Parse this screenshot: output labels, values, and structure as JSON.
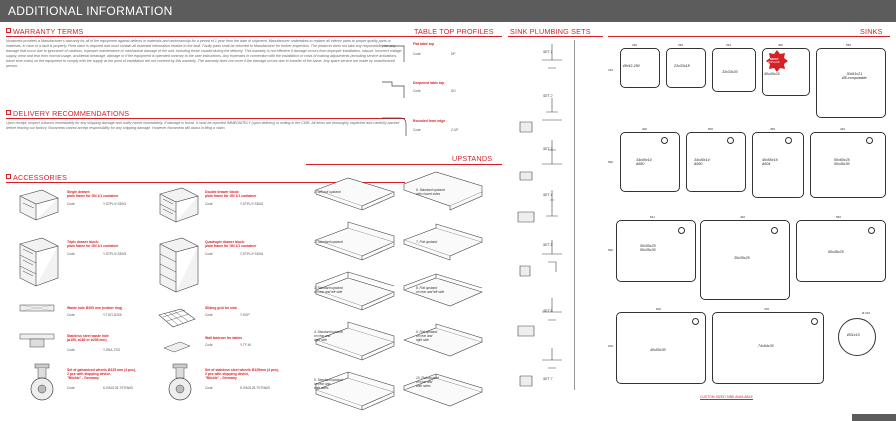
{
  "header": {
    "title": "ADDITIONAL INFORMATION"
  },
  "sections": {
    "warranty": "WARRANTY TERMS",
    "delivery": "DELIVERY RECOMMENDATIONS",
    "accessories": "ACCESSORIES",
    "table_top": "TABLE TOP PROFILES",
    "plumbing": "SINK PLUMBING SETS",
    "upstands": "UPSTANDS",
    "sinks": "SINKS"
  },
  "warranty_text": "Novameta provides a Manufacturer's warranty for all of the equipment against defects in materials and workmanship for a period of 1 year from the date of shipment. Manufacturer undertakes to replace all inferior parts to proper quality parts or materials, in case of a fault is properly. Field claim is required and must contain all essential information relative to the fault. Faulty parts shall be returned to Manufacturer for further inspection. The producer does not take any responsibility for any damage that occur due to ignorance of cautions, improper maintenance or mechanical damage of the unit, including those caused during the delivery. This warranty is not effective if damage occurs from improper installation, misuse, incorrect voltage supply, wear and tear from normal usage, accidental breakage, damage or if the equipment is operated contrary to the user instructions. Any expenses in connection with the installation or costs of making adjustments (including service activations, travel time costs) on the equipment to comply with the supply at the point of installation are not covered by this warranty. The warranty does not cover if the damage occurs due to transfer of the same. Any spare service are made by unauthorized person.",
  "delivery_text": "Upon receipt, inspect columns immediately for any shipping damage and notify carrier immediately. If damage is found, it must be reported IMMEDIATELY (upon delivery) in writing in the CMR. All items are thoroughly inspected and carefully packed before leaving our factory. Novameta cannot accept responsibility for any shipping damage. However Novameta will assist in filing a claim.",
  "accessories": [
    {
      "title": "Single drawer:\nplain frame for GN 1/1 container",
      "code_label": "Code",
      "code": "Y-STPL/Y-SDN1"
    },
    {
      "title": "Double drawer block:\nplain frame for GN 1/1 container",
      "code_label": "Code",
      "code": "Y-STPL/Y-SDN2"
    },
    {
      "title": "Triple drawer block:\nplain frame for GN 1/1 container",
      "code_label": "Code",
      "code": "Y-STPL/Y-SDN3"
    },
    {
      "title": "Quadruple drawer block:\nplain frame for GN 1/1 container",
      "code_label": "Code",
      "code": "Y-STPL/Y-SDN4"
    },
    {
      "title": "Waste hole Ø205 mm (rubber ring)",
      "code_label": "Code",
      "code": "Y-TGO-D205"
    },
    {
      "title": "Sliding grid for sink",
      "code_label": "Code",
      "code": "Y-SGP"
    },
    {
      "title": "Stainless steel waste hole\n(ø155, ø180 or ø205 mm)",
      "code_label": "Code",
      "code": "Y-SNA-TSO"
    },
    {
      "title": "Wall fastener for tables",
      "code_label": "Code",
      "code": "Y-TF-W"
    },
    {
      "title": "Set of galvanized wheels Ø125 mm (4 pcs),\n2 pcs with stopping device.\n\"Blickle\" - Germany",
      "code_label": "Code",
      "code": "K-RAD125-TSTNWG"
    },
    {
      "title": "Set of stainless steel wheels Ø125mm (4 pcs),\n2 pcs with stopping device,\n\"Blickle\" - Germany",
      "code_label": "Code",
      "code": "K-RAD125-TSTNWG"
    }
  ],
  "profiles": [
    {
      "name": "Flat table top",
      "code_label": "Code",
      "code": "DP"
    },
    {
      "name": "Deepened table top",
      "code_label": "Code",
      "code": "DG"
    },
    {
      "name": "Rounded front edge",
      "code_label": "Code",
      "code": "Z-UP"
    }
  ],
  "plumbing_sets": [
    "SET 1",
    "SET 2",
    "SET 3",
    "SET 4",
    "SET 5",
    "SET 6",
    "SET 7"
  ],
  "upstands": [
    {
      "label": "1. Without upstand"
    },
    {
      "label": "2. Standard upstand"
    },
    {
      "label": "3. Standard upstand\non rear and left side"
    },
    {
      "label": "4. Standard upstand\non rear and\nright side"
    },
    {
      "label": "5. Standard upstand\non rear and\nboth sides"
    },
    {
      "label": "6. Standard upstand\nwith closed sides"
    },
    {
      "label": "7. Flat upstand"
    },
    {
      "label": "8. Flat upstand\non rear and left side"
    },
    {
      "label": "9. Flat upstand\non rear and\nright side"
    },
    {
      "label": "10. Flat upstand\non rear and\nboth sides"
    }
  ],
  "sinks": [
    {
      "name": "ØH42-290"
    },
    {
      "name": "23x33x18"
    },
    {
      "name": "33x33x20"
    },
    {
      "name": "40x40x25"
    },
    {
      "name": "30x51x21\nØ6-computable"
    },
    {
      "name": "34x40x14\nA680"
    },
    {
      "name": "34x40x14\nA690"
    },
    {
      "name": "40x55x16\nA604"
    },
    {
      "name": "50x60x25\n50x45x30"
    },
    {
      "name": "50x50x25\n50x35x30"
    },
    {
      "name": "35x35x25"
    },
    {
      "name": "60x45x25"
    },
    {
      "name": "40x50x30"
    },
    {
      "name": "74x54x30"
    },
    {
      "name": "Ø31x15"
    }
  ],
  "sink_dims": [
    "290",
    "335",
    "334",
    "450",
    "555",
    "400",
    "500",
    "455",
    "420",
    "541",
    "440",
    "560",
    "600",
    "700",
    "500",
    "500",
    "200",
    "310",
    "Ø 310"
  ],
  "badge": {
    "line1": "MOST",
    "line2": "POPULAR"
  },
  "custom_note": "CUSTOM SIZED SINK AVAILABLE",
  "colors": {
    "accent": "#d71f26",
    "header": "#5c5c5c"
  }
}
